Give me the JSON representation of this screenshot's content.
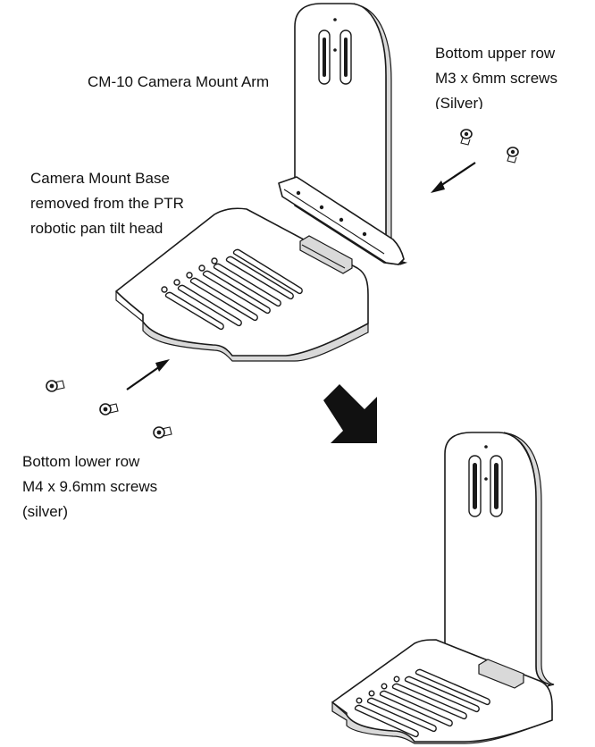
{
  "labels": {
    "arm": "CM-10 Camera Mount Arm",
    "base": [
      "Camera Mount Base",
      "removed from the PTR",
      "robotic pan tilt head"
    ],
    "upper_screws": [
      "Bottom upper row",
      "M3 x 6mm screws",
      "(Silver)"
    ],
    "lower_screws": [
      "Bottom lower row",
      "M4 x 9.6mm screws",
      "(silver)"
    ]
  },
  "icons": {
    "process_arrow": "down-right-arrow-icon",
    "insert_arrow_upper": "arrow-icon",
    "insert_arrow_lower": "arrow-icon",
    "screw": "screw-icon"
  },
  "colors": {
    "line": "#1a1a1a",
    "background": "#ffffff",
    "shade": "#d9d9d9"
  }
}
